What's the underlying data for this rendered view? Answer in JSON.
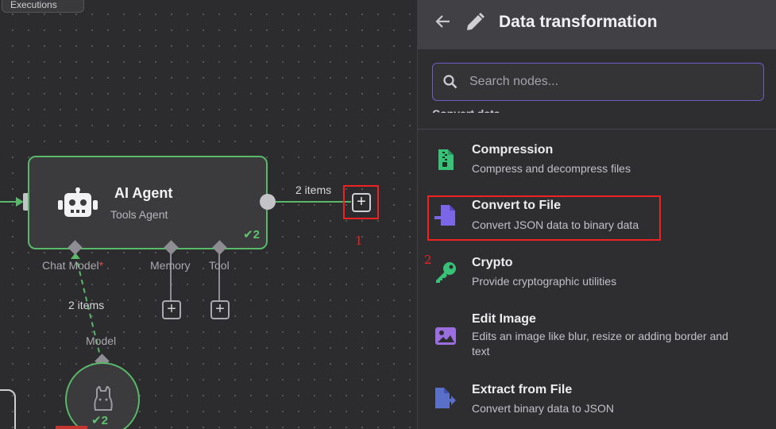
{
  "canvas": {
    "executions_tab": "Executions",
    "agent_node": {
      "title": "AI Agent",
      "subtitle": "Tools Agent",
      "success_count": "2"
    },
    "output_items": "2 items",
    "ports": {
      "chat_model": "Chat Model",
      "chat_model_required": "*",
      "memory": "Memory",
      "tool": "Tool"
    },
    "model_link_items": "2 items",
    "model_label": "Model",
    "model_node_count": "2",
    "annotation_1": "1",
    "annotation_2": "2",
    "colors": {
      "success": "#5fc371",
      "highlight": "#ee2222"
    }
  },
  "panel": {
    "title": "Data transformation",
    "search_placeholder": "Search nodes...",
    "section": "Convert data",
    "items": [
      {
        "icon": "file-zipper-icon",
        "name": "Compression",
        "description": "Compress and decompress files"
      },
      {
        "icon": "file-import-icon",
        "name": "Convert to File",
        "description": "Convert JSON data to binary data"
      },
      {
        "icon": "key-icon",
        "name": "Crypto",
        "description": "Provide cryptographic utilities"
      },
      {
        "icon": "image-icon",
        "name": "Edit Image",
        "description": "Edits an image like blur, resize or adding border and text"
      },
      {
        "icon": "file-export-icon",
        "name": "Extract from File",
        "description": "Convert binary data to JSON"
      }
    ]
  }
}
